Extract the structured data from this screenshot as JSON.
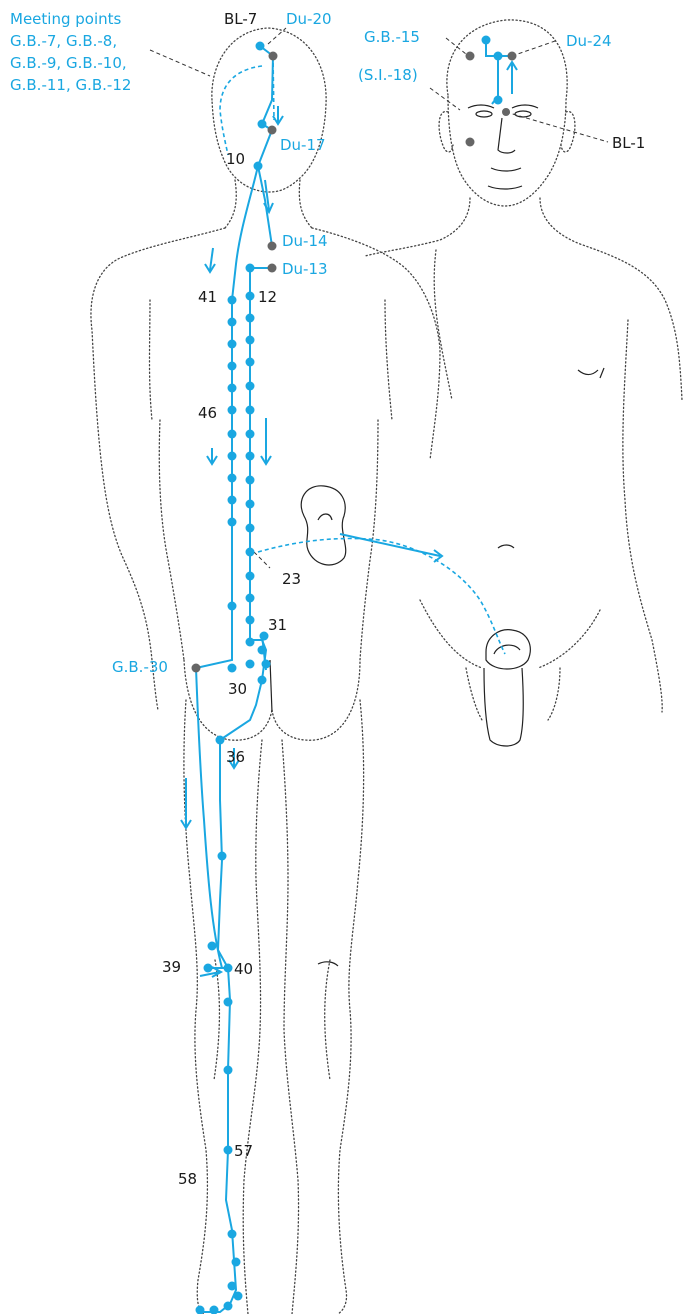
{
  "colors": {
    "meridian": "#1aa7e1",
    "label_black": "#1a1a1a",
    "meeting_dot": "#666666"
  },
  "labels": {
    "meeting_title": "Meeting points",
    "meeting_line1": "G.B.-7, G.B.-8,",
    "meeting_line2": "G.B.-9, G.B.-10,",
    "meeting_line3": "G.B.-11, G.B.-12",
    "bl7": "BL-7",
    "du20": "Du-20",
    "du17": "Du-17",
    "p10": "10",
    "du14": "Du-14",
    "du13": "Du-13",
    "p41": "41",
    "p12": "12",
    "p46": "46",
    "p23": "23",
    "p31": "31",
    "gb30": "G.B.-30",
    "p30": "30",
    "p36": "36",
    "p39": "39",
    "p40": "40",
    "p57": "57",
    "p58": "58",
    "gb15": "G.B.-15",
    "du24": "Du-24",
    "si18": "(S.I.-18)",
    "bl1": "BL-1"
  }
}
